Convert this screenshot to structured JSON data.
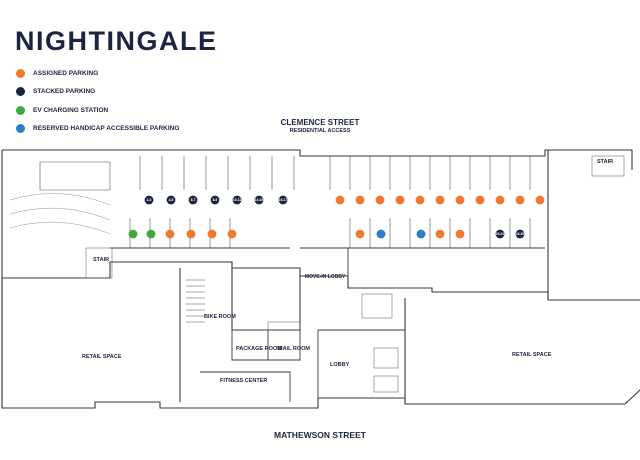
{
  "title": "NIGHTINGALE",
  "colors": {
    "assigned": "#f07a2c",
    "stacked": "#1c2440",
    "ev": "#3daa3f",
    "handicap": "#2a7ec6",
    "wall": "#3a3a3a"
  },
  "legend": [
    {
      "label": "ASSIGNED PARKING",
      "color": "#f07a2c"
    },
    {
      "label": "STACKED PARKING",
      "color": "#1c2440"
    },
    {
      "label": "EV CHARGING STATION",
      "color": "#3daa3f"
    },
    {
      "label": "RESERVED HANDICAP ACCESSIBLE PARKING",
      "color": "#2a7ec6"
    }
  ],
  "streets": {
    "top": "CLEMENCE STREET",
    "top_sub": "RESIDENTIAL ACCESS",
    "bottom": "MATHEWSON STREET"
  },
  "rooms": {
    "stair_left": "STAIR",
    "stair_right": "STAIR",
    "move_in_lobby": "MOVE-IN LOBBY",
    "bike_room": "BIKE ROOM",
    "package_room": "PACKAGE ROOM",
    "mail_room": "MAIL ROOM",
    "fitness_center": "FITNESS CENTER",
    "lobby": "LOBBY",
    "retail_left": "RETAIL SPACE",
    "retail_right": "RETAIL SPACE"
  },
  "stacked_spots": [
    "2-3",
    "4-5",
    "6-7",
    "8-9",
    "10-11",
    "14-15",
    "16-17"
  ],
  "row1_assigned_count": 11,
  "row2_spots": [
    {
      "type": "ev",
      "label": ""
    },
    {
      "type": "ev",
      "label": ""
    },
    {
      "type": "assigned",
      "label": ""
    },
    {
      "type": "assigned",
      "label": ""
    },
    {
      "type": "assigned",
      "label": ""
    },
    {
      "type": "assigned",
      "label": ""
    },
    {
      "type": "assigned",
      "label": ""
    },
    {
      "type": "handicap",
      "label": ""
    },
    {
      "type": "handicap",
      "label": ""
    },
    {
      "type": "assigned",
      "label": ""
    },
    {
      "type": "assigned",
      "label": ""
    },
    {
      "type": "stacked",
      "label": "20-21"
    },
    {
      "type": "stacked",
      "label": "24-25"
    }
  ]
}
